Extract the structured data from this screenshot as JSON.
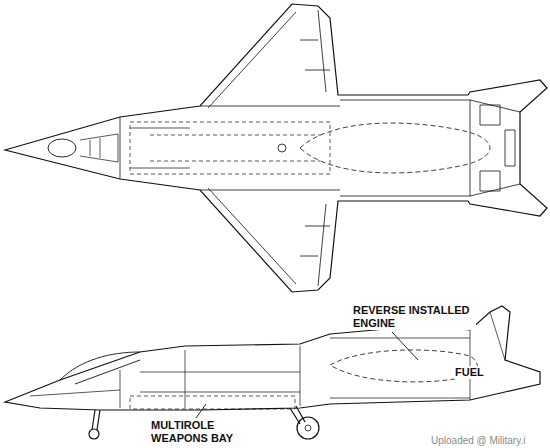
{
  "diagram": {
    "labels": [
      "REVERSE INSTALLED ENGINE",
      "FUEL",
      "MULTIROLE WEAPONS BAY",
      "Uploaded @ Military.i"
    ]
  }
}
